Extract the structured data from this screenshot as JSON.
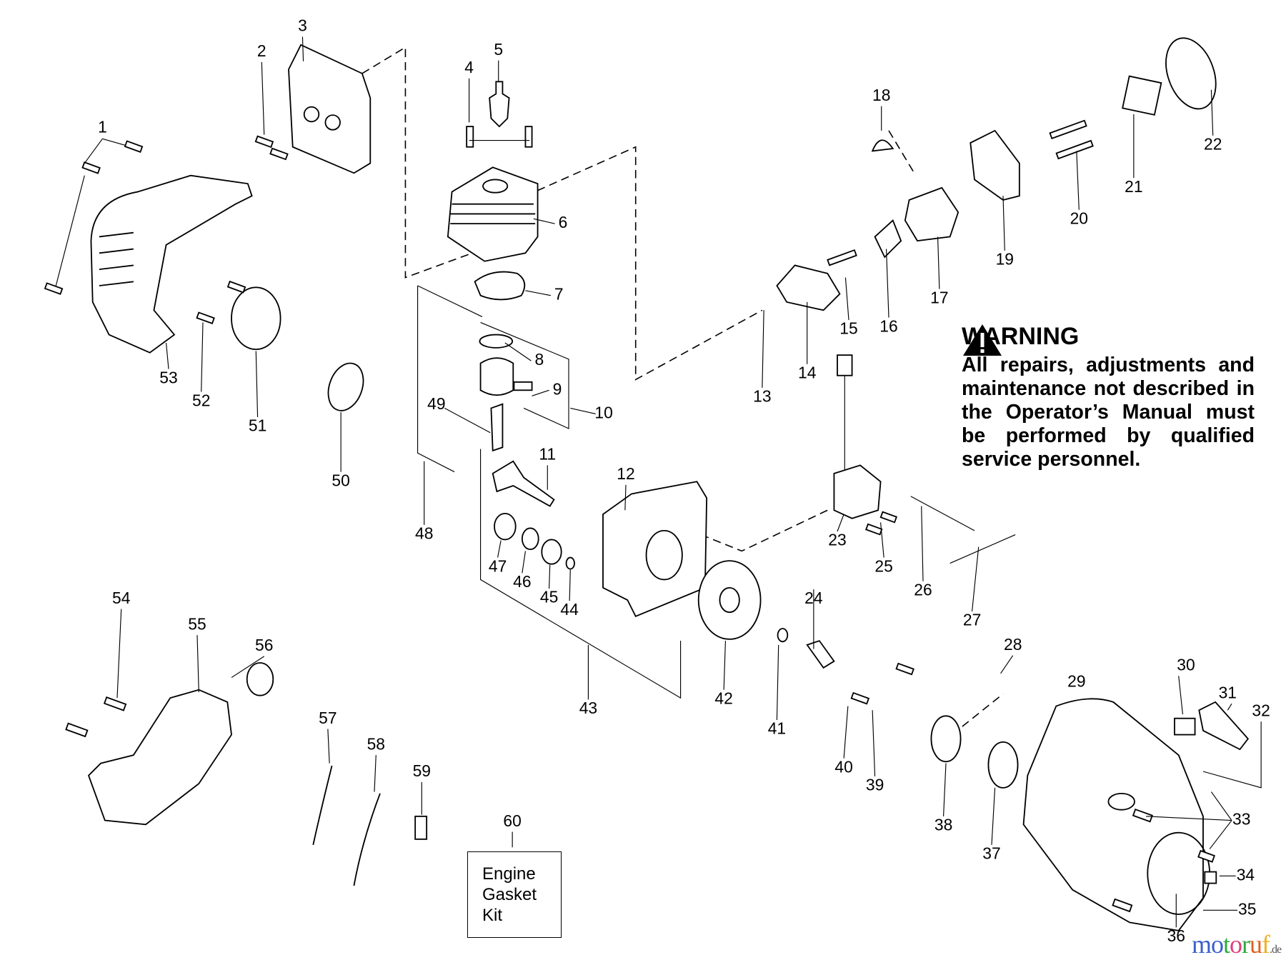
{
  "diagram": {
    "callouts": [
      "1",
      "2",
      "3",
      "4",
      "5",
      "6",
      "7",
      "8",
      "9",
      "10",
      "11",
      "12",
      "13",
      "14",
      "15",
      "16",
      "17",
      "18",
      "19",
      "20",
      "21",
      "22",
      "23",
      "24",
      "25",
      "26",
      "27",
      "28",
      "29",
      "30",
      "31",
      "32",
      "33",
      "34",
      "35",
      "36",
      "37",
      "38",
      "39",
      "40",
      "41",
      "42",
      "43",
      "44",
      "45",
      "46",
      "47",
      "48",
      "49",
      "50",
      "51",
      "52",
      "53",
      "54",
      "55",
      "56",
      "57",
      "58",
      "59",
      "60"
    ],
    "gasket_kit_box": {
      "callout": "60",
      "lines": [
        "Engine",
        "Gasket",
        "Kit"
      ]
    }
  },
  "warning": {
    "icon": "warning-triangle-icon",
    "title": "WARNING",
    "text": "All repairs, adjustments and maintenance not described in the Operator’s Manual must be performed by qualified service personnel."
  },
  "watermark": {
    "letters": [
      "m",
      "o",
      "t",
      "o",
      "r",
      "u",
      "f"
    ],
    "colors": [
      "#3a5fcd",
      "#3a5fcd",
      "#2eaa3a",
      "#e0407a",
      "#2eaa3a",
      "#e06020",
      "#f0b020"
    ],
    "suffix": ".de"
  }
}
